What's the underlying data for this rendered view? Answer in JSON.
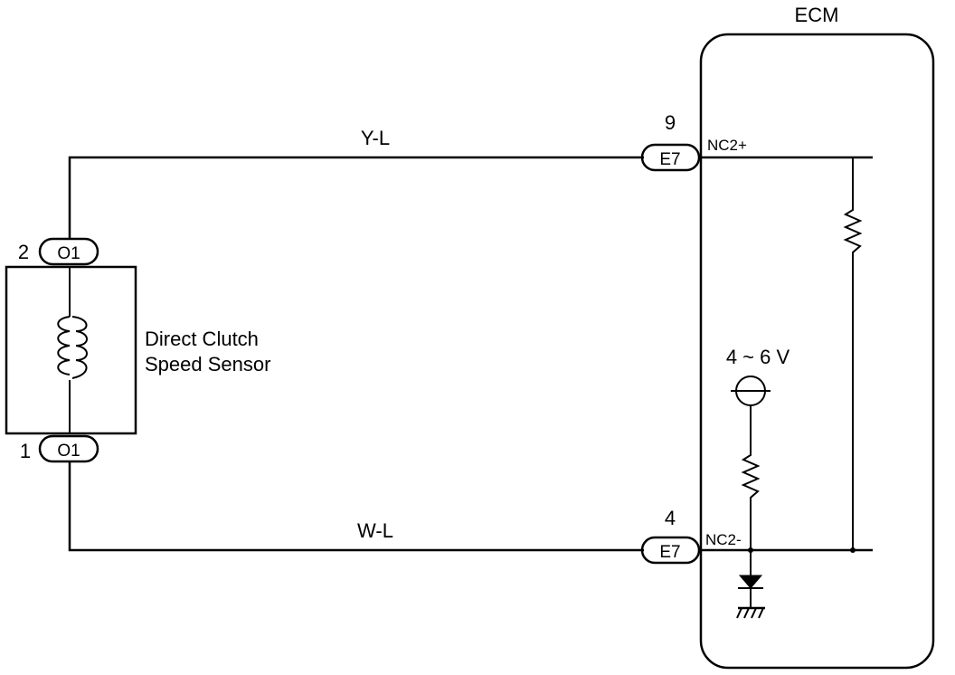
{
  "ecm": {
    "title": "ECM"
  },
  "sensor": {
    "name_line1": "Direct Clutch",
    "name_line2": "Speed Sensor"
  },
  "connectors": {
    "sensor_top": {
      "pin": "2",
      "code": "O1"
    },
    "sensor_bottom": {
      "pin": "1",
      "code": "O1"
    },
    "ecm_top": {
      "pin": "9",
      "code": "E7",
      "terminal": "NC2+"
    },
    "ecm_bottom": {
      "pin": "4",
      "code": "E7",
      "terminal": "NC2-"
    }
  },
  "wires": {
    "top": "Y-L",
    "bottom": "W-L"
  },
  "voltage": "4 ~ 6 V"
}
